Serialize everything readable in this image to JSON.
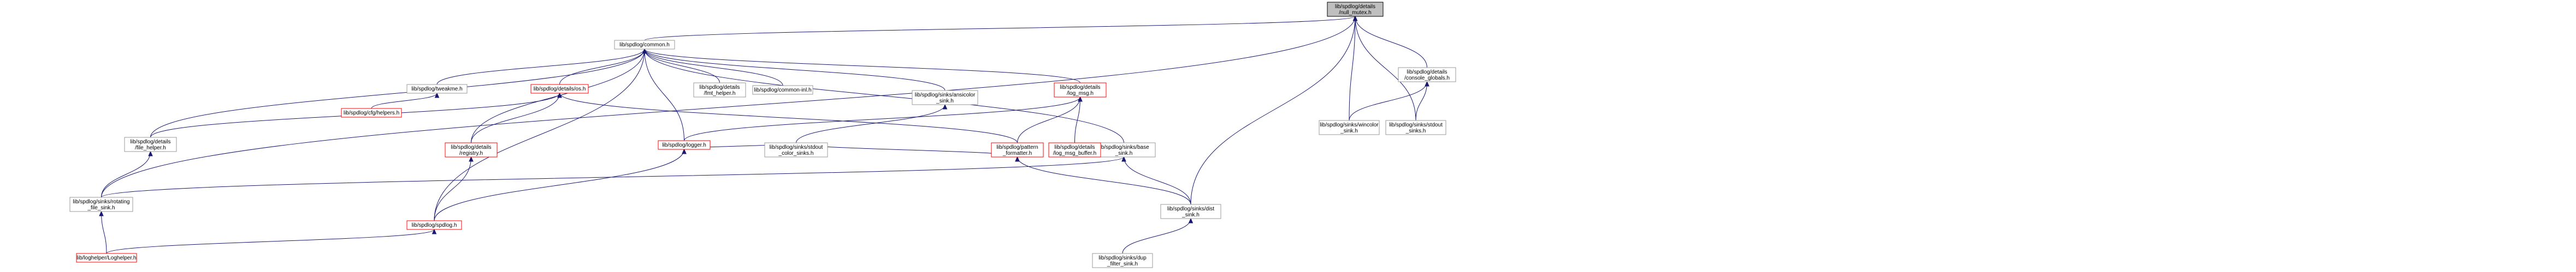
{
  "graph": {
    "nodes": [
      {
        "id": "mutex",
        "lines": [
          "lib/spdlog/details",
          "/null_mutex.h"
        ],
        "root": true
      },
      {
        "id": "common",
        "lines": [
          "lib/spdlog/common.h"
        ]
      },
      {
        "id": "console_glob",
        "lines": [
          "lib/spdlog/details",
          "/console_globals.h"
        ]
      },
      {
        "id": "fmt_helper",
        "lines": [
          "lib/spdlog/details",
          "/fmt_helper.h"
        ]
      },
      {
        "id": "common_inl",
        "lines": [
          "lib/spdlog/common-inl.h"
        ]
      },
      {
        "id": "os_h",
        "lines": [
          "lib/spdlog/details/os.h"
        ],
        "red": true
      },
      {
        "id": "tweakme",
        "lines": [
          "lib/spdlog/tweakme.h"
        ]
      },
      {
        "id": "logger_h",
        "lines": [
          "lib/spdlog/logger.h"
        ],
        "red": true
      },
      {
        "id": "fmt_pattern",
        "lines": [
          "lib/spdlog/pattern",
          "_formatter.h"
        ],
        "red": true
      },
      {
        "id": "log_msg",
        "lines": [
          "lib/spdlog/details",
          "/log_msg.h"
        ],
        "red": true
      },
      {
        "id": "base_sink",
        "lines": [
          "lib/spdlog/sinks/base",
          "_sink.h"
        ]
      },
      {
        "id": "registry",
        "lines": [
          "lib/spdlog/details",
          "/registry.h"
        ],
        "red": true
      },
      {
        "id": "wincolor",
        "lines": [
          "lib/spdlog/sinks/wincolor",
          "_sink.h"
        ]
      },
      {
        "id": "stdout_sinks",
        "lines": [
          "lib/spdlog/sinks/stdout",
          "_sinks.h"
        ]
      },
      {
        "id": "file_helper",
        "lines": [
          "lib/spdlog/details",
          "/file_helper.h"
        ]
      },
      {
        "id": "rotating",
        "lines": [
          "lib/spdlog/sinks/rotating",
          "_file_sink.h"
        ]
      },
      {
        "id": "spdlog_h",
        "lines": [
          "lib/spdlog/spdlog.h"
        ],
        "red": true
      },
      {
        "id": "ansicolor",
        "lines": [
          "lib/spdlog/sinks/ansicolor",
          "_sink.h"
        ]
      },
      {
        "id": "stdout_color",
        "lines": [
          "lib/spdlog/sinks/stdout",
          "_color_sinks.h"
        ]
      },
      {
        "id": "log_msg_buf",
        "lines": [
          "lib/spdlog/details",
          "/log_msg_buffer.h"
        ],
        "red": true
      },
      {
        "id": "dist_sink",
        "lines": [
          "lib/spdlog/sinks/dist",
          "_sink.h"
        ]
      },
      {
        "id": "dup_filter",
        "lines": [
          "lib/spdlog/sinks/dup",
          "_filter_sink.h"
        ]
      },
      {
        "id": "cfg_helpers",
        "lines": [
          "lib/spdlog/cfg/helpers.h"
        ],
        "red": true
      },
      {
        "id": "loghelper",
        "lines": [
          "lib/loghelper/Loghelper.h"
        ],
        "red": true
      }
    ],
    "ui_labels": {
      "root_node": "lib/spdlog/details/null_mutex.h"
    }
  }
}
